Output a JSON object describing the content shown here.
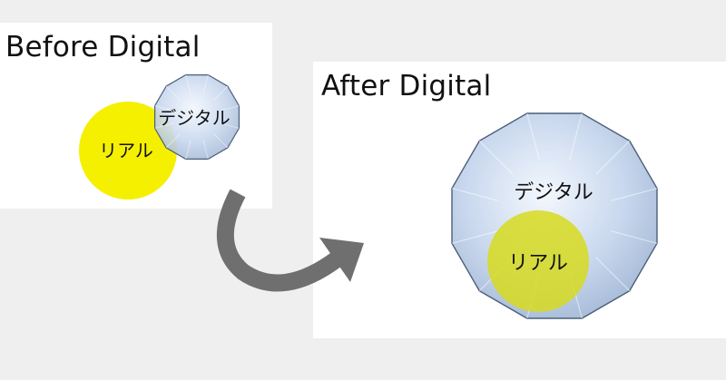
{
  "before": {
    "title": "Before Digital",
    "digital_label": "デジタル",
    "real_label": "リアル"
  },
  "after": {
    "title": "After Digital",
    "digital_label": "デジタル",
    "real_label": "リアル"
  },
  "colors": {
    "background": "#efefef",
    "panel": "#ffffff",
    "real": "#f5f000",
    "real_after": "#d4d62c",
    "digital_fill": "#c3d3ea",
    "digital_stroke": "#4c5f78",
    "arrow": "#6f6f6f"
  },
  "icons": {
    "arrow": "curved-arrow-icon"
  }
}
